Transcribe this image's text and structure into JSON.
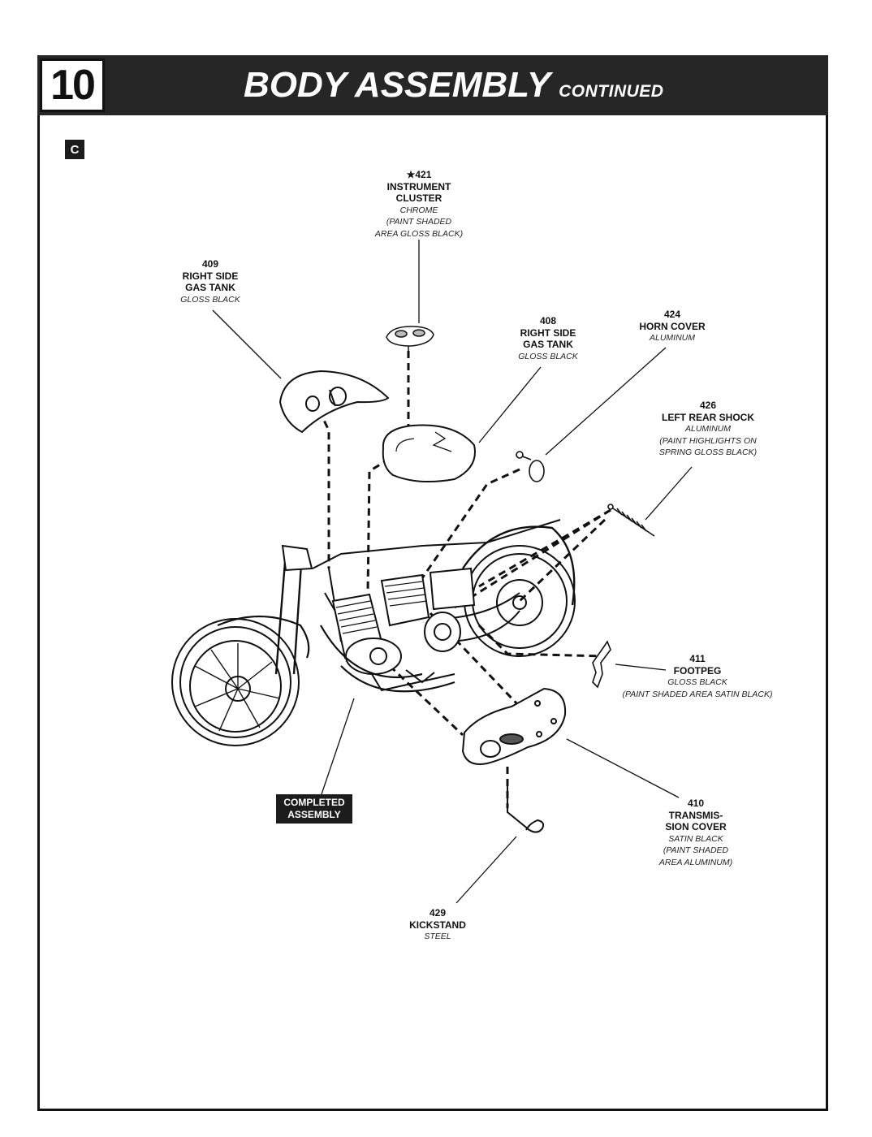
{
  "header": {
    "step_number": "10",
    "title": "BODY ASSEMBLY",
    "title_suffix": "CONTINUED"
  },
  "sub_step": "C",
  "callouts": {
    "instrument_cluster": {
      "number": "★421",
      "name_lines": [
        "INSTRUMENT",
        "CLUSTER"
      ],
      "finish_lines": [
        "CHROME",
        "(PAINT SHADED",
        "AREA GLOSS BLACK)"
      ]
    },
    "gas_tank_409": {
      "number": "409",
      "name_lines": [
        "RIGHT SIDE",
        "GAS TANK"
      ],
      "finish_lines": [
        "GLOSS BLACK"
      ]
    },
    "gas_tank_408": {
      "number": "408",
      "name_lines": [
        "RIGHT SIDE",
        "GAS TANK"
      ],
      "finish_lines": [
        "GLOSS BLACK"
      ]
    },
    "horn_cover": {
      "number": "424",
      "name_lines": [
        "HORN COVER"
      ],
      "finish_lines": [
        "ALUMINUM"
      ]
    },
    "rear_shock": {
      "number": "426",
      "name_lines": [
        "LEFT REAR SHOCK"
      ],
      "finish_lines": [
        "ALUMINUM",
        "(PAINT HIGHLIGHTS ON",
        "SPRING GLOSS BLACK)"
      ]
    },
    "footpeg": {
      "number": "411",
      "name_lines": [
        "FOOTPEG"
      ],
      "finish_lines": [
        "GLOSS BLACK",
        "(PAINT SHADED AREA SATIN BLACK)"
      ]
    },
    "transmission_cover": {
      "number": "410",
      "name_lines": [
        "TRANSMIS-",
        "SION COVER"
      ],
      "finish_lines": [
        "SATIN BLACK",
        "(PAINT SHADED",
        "AREA ALUMINUM)"
      ]
    },
    "kickstand": {
      "number": "429",
      "name_lines": [
        "KICKSTAND"
      ],
      "finish_lines": [
        "STEEL"
      ]
    }
  },
  "completed_assembly": [
    "COMPLETED",
    "ASSEMBLY"
  ]
}
